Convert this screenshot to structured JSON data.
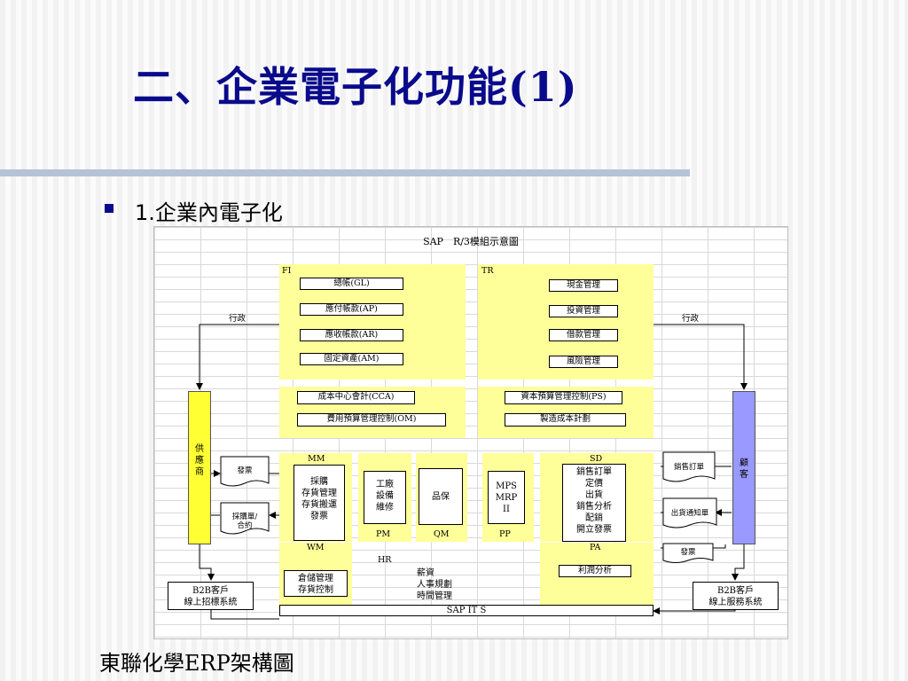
{
  "slide": {
    "title": "二、企業電子化功能(1)",
    "bullet": "1.企業內電子化",
    "caption": "東聯化學ERP架構圖"
  },
  "diagram": {
    "title": "SAP　R/3模組示意圖",
    "fi": {
      "label": "FI",
      "items": [
        "總帳(GL)",
        "應付帳款(AP)",
        "應收帳款(AR)",
        "固定資產(AM)"
      ]
    },
    "tr": {
      "label": "TR",
      "items": [
        "現金管理",
        "投資管理",
        "借款管理",
        "風險管理"
      ]
    },
    "co_left": [
      "成本中心會計(CCA)",
      "費用預算管理控制(OM)"
    ],
    "co_right": [
      "資本預算管理控制(PS)",
      "製造成本計劃"
    ],
    "admin_left": "行政",
    "admin_right": "行政",
    "supplier": [
      "供",
      "應",
      "商"
    ],
    "customer": [
      "顧",
      "客"
    ],
    "mm": {
      "label": "MM",
      "lines": [
        "採購",
        "存貨管理",
        "存貨搬運",
        "發票"
      ]
    },
    "pm": {
      "label": "PM",
      "lines": [
        "工廠",
        "設備",
        "維修"
      ]
    },
    "qm": {
      "label": "QM",
      "lines": [
        "品保"
      ]
    },
    "pp": {
      "label": "PP",
      "lines": [
        "MPS",
        "MRP",
        "II"
      ]
    },
    "sd": {
      "label": "SD",
      "lines": [
        "銷售訂單",
        "定價",
        "出貨",
        "銷售分析",
        "配銷",
        "開立發票"
      ]
    },
    "wm": {
      "label": "WM",
      "lines": [
        "倉儲管理",
        "存貨控制"
      ]
    },
    "hr": {
      "label": "HR",
      "lines": [
        "薪資",
        "人事規劃",
        "時間管理"
      ]
    },
    "pa": {
      "label": "PA",
      "item": "利潤分析"
    },
    "docs_left": [
      "發票",
      "採購單/合約"
    ],
    "docs_right": [
      "銷售訂單",
      "出貨通知單",
      "發票"
    ],
    "b2b_left": [
      "B2B客戶",
      "線上招標系統"
    ],
    "b2b_right": [
      "B2B客戶",
      "線上服務系統"
    ],
    "sapits": "SAP IT S",
    "colors": {
      "module_fill": "#ffff99",
      "supplier_fill": "#ffff33",
      "customer_fill": "#9999ff",
      "title_color": "#0a0a8c"
    }
  }
}
